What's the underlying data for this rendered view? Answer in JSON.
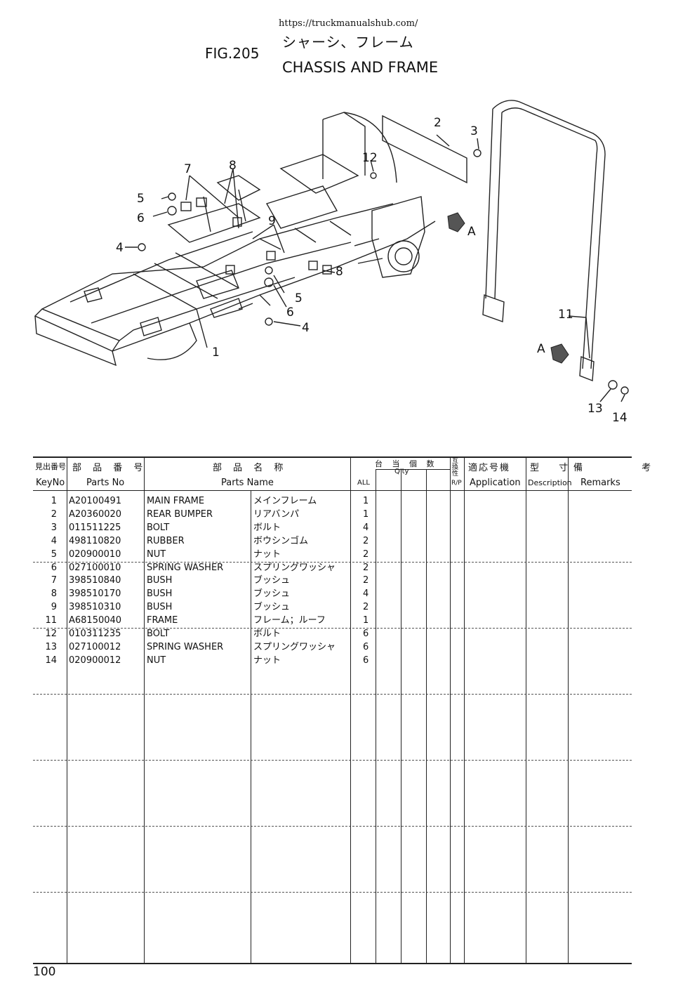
{
  "header": {
    "url": "https://truckmanualshub.com/",
    "fig": "FIG.205",
    "title_jp": "シャーシ、フレーム",
    "title_en": "CHASSIS AND FRAME"
  },
  "diagram": {
    "callouts": [
      "1",
      "2",
      "3",
      "4",
      "4",
      "5",
      "5",
      "6",
      "6",
      "7",
      "8",
      "8",
      "9",
      "11",
      "12",
      "13",
      "14",
      "A",
      "A"
    ]
  },
  "table": {
    "headers_jp": {
      "keyno": "見出番号",
      "partsno": "部 品 番 号",
      "name": "部 品 名 称",
      "qty": "台 当 個 数",
      "rp": "互換性",
      "application": "適応号機",
      "description": "型 寸",
      "remarks": "備 考"
    },
    "headers_en": {
      "keyno": "KeyNo",
      "partsno": "Parts No",
      "name": "Parts Name",
      "qty": "Q'ty",
      "all": "ALL",
      "rp": "R/P",
      "application": "Application",
      "description": "Description",
      "remarks": "Remarks"
    },
    "rows": [
      {
        "key": "1",
        "part": "A20100491",
        "name_en": "MAIN FRAME",
        "name_jp": "メインフレーム",
        "qty": "1"
      },
      {
        "key": "2",
        "part": "A20360020",
        "name_en": "REAR BUMPER",
        "name_jp": "リアバンパ",
        "qty": "1"
      },
      {
        "key": "3",
        "part": "011511225",
        "name_en": "BOLT",
        "name_jp": "ボルト",
        "qty": "4"
      },
      {
        "key": "4",
        "part": "498110820",
        "name_en": "RUBBER",
        "name_jp": "ボウシンゴム",
        "qty": "2"
      },
      {
        "key": "5",
        "part": "020900010",
        "name_en": "NUT",
        "name_jp": "ナット",
        "qty": "2"
      },
      {
        "key": "6",
        "part": "027100010",
        "name_en": "SPRING WASHER",
        "name_jp": "スプリングワッシャ",
        "qty": "2"
      },
      {
        "key": "7",
        "part": "398510840",
        "name_en": "BUSH",
        "name_jp": "ブッシュ",
        "qty": "2"
      },
      {
        "key": "8",
        "part": "398510170",
        "name_en": "BUSH",
        "name_jp": "ブッシュ",
        "qty": "4"
      },
      {
        "key": "9",
        "part": "398510310",
        "name_en": "BUSH",
        "name_jp": "ブッシュ",
        "qty": "2"
      },
      {
        "key": "11",
        "part": "A68150040",
        "name_en": "FRAME",
        "name_jp": "フレーム；ルーフ",
        "qty": "1"
      },
      {
        "key": "12",
        "part": "010311235",
        "name_en": "BOLT",
        "name_jp": "ボルト",
        "qty": "6"
      },
      {
        "key": "13",
        "part": "027100012",
        "name_en": "SPRING WASHER",
        "name_jp": "スプリングワッシャ",
        "qty": "6"
      },
      {
        "key": "14",
        "part": "020900012",
        "name_en": "NUT",
        "name_jp": "ナット",
        "qty": "6"
      }
    ]
  },
  "page_number": "100"
}
